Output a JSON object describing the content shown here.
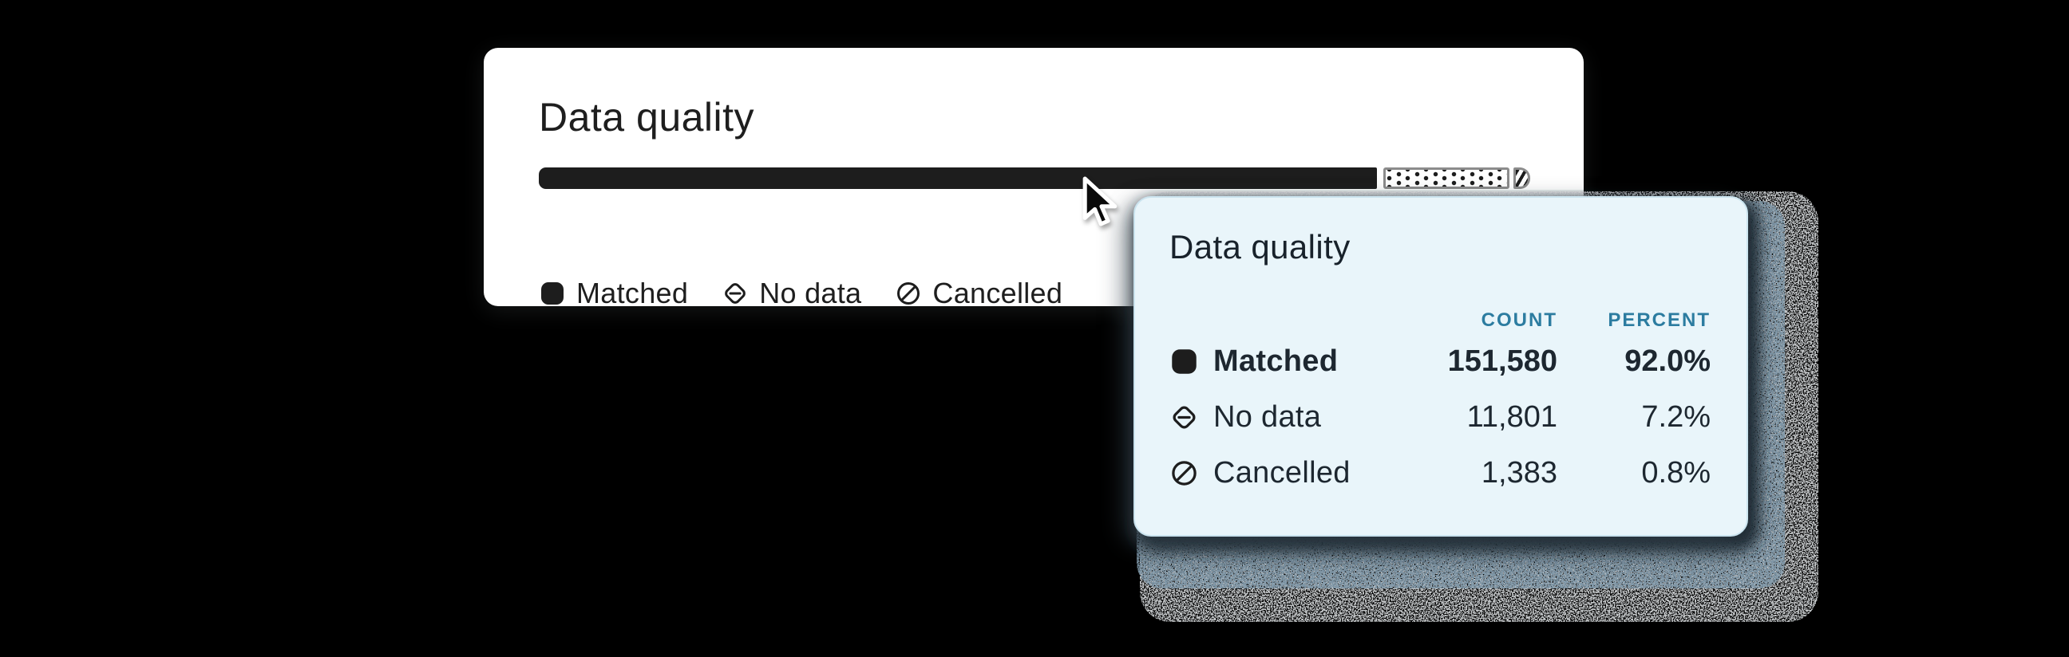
{
  "page": {
    "background": "#000000"
  },
  "card": {
    "title": "Data quality",
    "legend": [
      {
        "id": "matched",
        "label": "Matched",
        "icon": "matched-square-icon"
      },
      {
        "id": "no-data",
        "label": "No data",
        "icon": "no-data-diamond-icon"
      },
      {
        "id": "cancelled",
        "label": "Cancelled",
        "icon": "cancelled-circle-slash-icon"
      }
    ]
  },
  "chart_data": {
    "type": "bar",
    "stacked": true,
    "orientation": "horizontal",
    "title": "Data quality",
    "categories": [
      "Data quality"
    ],
    "series": [
      {
        "name": "Matched",
        "count": 151580,
        "percent": 92.0,
        "style": "solid-black"
      },
      {
        "name": "No data",
        "count": 11801,
        "percent": 7.2,
        "style": "dotted-outline"
      },
      {
        "name": "Cancelled",
        "count": 1383,
        "percent": 0.8,
        "style": "diagonal-striped"
      }
    ],
    "legend_position": "bottom"
  },
  "tooltip": {
    "title": "Data quality",
    "columns": {
      "count": "COUNT",
      "percent": "PERCENT"
    },
    "rows": [
      {
        "label": "Matched",
        "count": "151,580",
        "percent": "92.0%"
      },
      {
        "label": "No data",
        "count": "11,801",
        "percent": "7.2%"
      },
      {
        "label": "Cancelled",
        "count": "1,383",
        "percent": "0.8%"
      }
    ]
  },
  "colors": {
    "background": "#000000",
    "card_bg": "#ffffff",
    "ink": "#1d1d1d",
    "tooltip_bg": "#e9f5fa",
    "tooltip_border": "#cbe4ef",
    "header_teal": "#2c7ca0",
    "segment_outline_gray": "#8c8c8c"
  }
}
